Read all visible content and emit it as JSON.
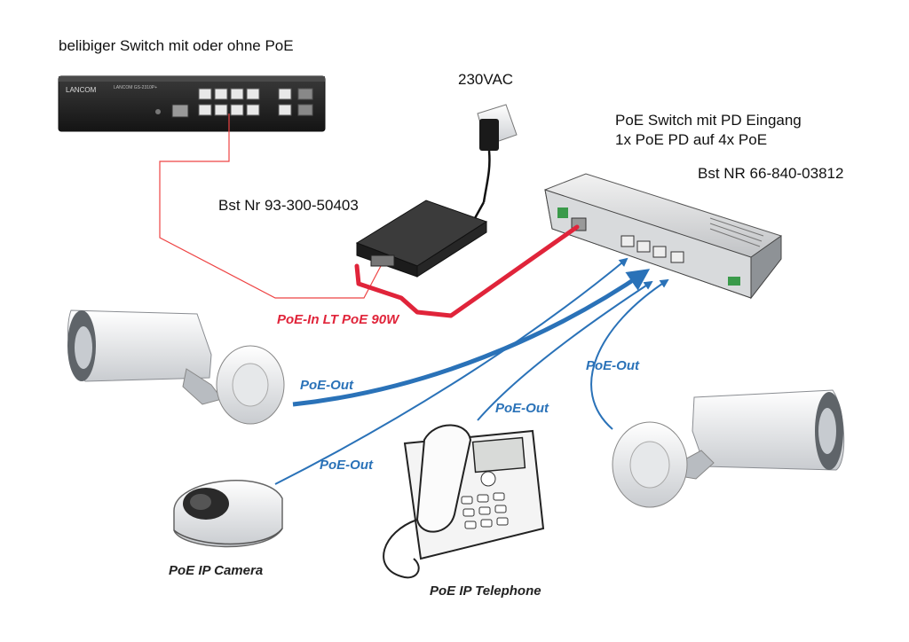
{
  "labels": {
    "switch_any": "belibiger Switch mit oder ohne PoE",
    "mains": "230VAC",
    "poe_switch_line1": "PoE Switch mit PD Eingang",
    "poe_switch_line2": "1x PoE PD auf 4x PoE",
    "poe_switch_order": "Bst NR 66-840-03812",
    "injector_order": "Bst Nr 93-300-50403",
    "poe_in": "PoE-In LT PoE 90W",
    "poe_out_1": "PoE-Out",
    "poe_out_2": "PoE-Out",
    "poe_out_3": "PoE-Out",
    "poe_out_4": "PoE-Out",
    "camera_caption": "PoE IP Camera",
    "telephone_caption": "PoE IP Telephone"
  },
  "devices": {
    "lancom_brand": "LANCOM",
    "lancom_model": "LANCOM GS-2310P+"
  },
  "colors": {
    "poe_in_red": "#e0243a",
    "poe_out_blue": "#2a72b8",
    "thin_red_cable": "#e44"
  }
}
